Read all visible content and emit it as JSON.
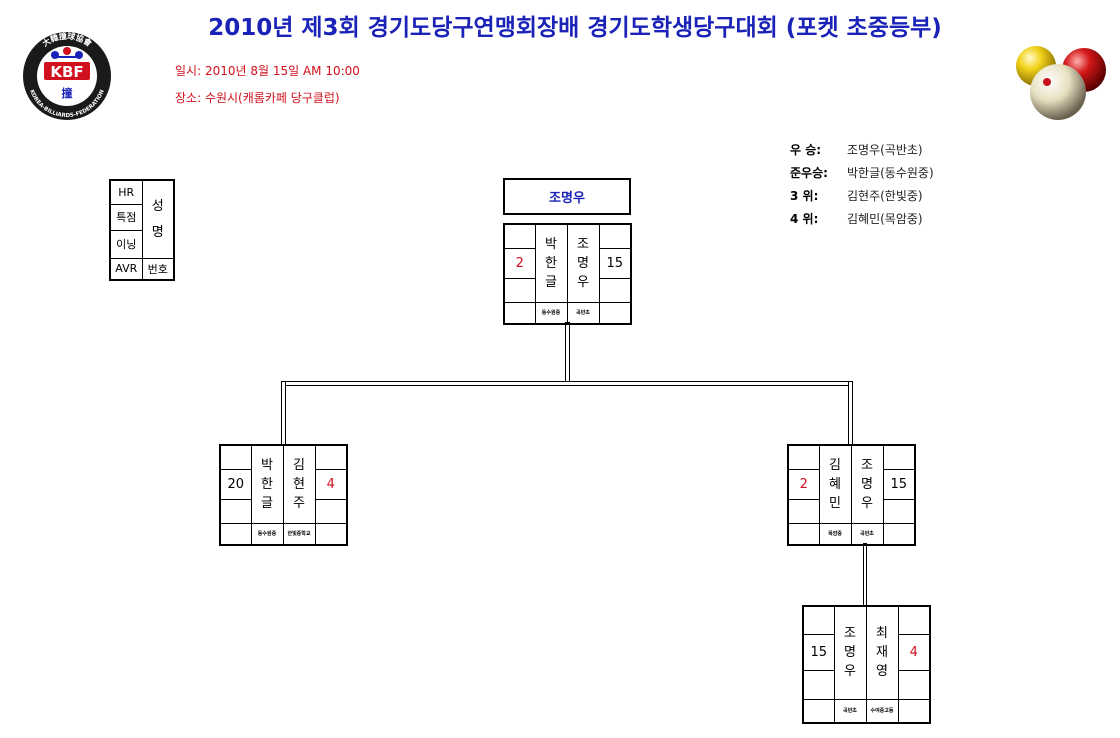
{
  "page": {
    "title": "2010년 제3회 경기도당구연맹회장배 경기도학생당구대회 (포켓 초중등부)",
    "date_line": "일시: 2010년 8월 15일 AM 10:00",
    "venue_line": "장소: 수원시(캐롬카페 당구클럽)"
  },
  "logo": {
    "icon": "kbf-logo-icon",
    "letters": "KBF",
    "ring_text_top": "大韓撞球協會",
    "ring_text_bottom": "KOREA-BILLIARDS-FEDERATION",
    "center_glyph": "撞",
    "colors": {
      "red": "#d0101c",
      "blue": "#1a22b8"
    }
  },
  "decoration": {
    "icon": "billiard-balls-icon"
  },
  "results": [
    {
      "label": "우   승:",
      "value": "조명우(곡반초)"
    },
    {
      "label": "준우승:",
      "value": "박한글(동수원중)"
    },
    {
      "label": "3    위:",
      "value": "김현주(한빛중)"
    },
    {
      "label": "4    위:",
      "value": "김혜민(목암중)"
    }
  ],
  "legend": {
    "hr": "HR",
    "points": "특점",
    "innings": "이닝",
    "avr": "AVR",
    "name": "성\n\n명",
    "number": "번호"
  },
  "bracket": {
    "champion": "조명우",
    "final": {
      "left": {
        "score": "2",
        "name": "박\n한\n글",
        "school": "동수원중"
      },
      "right": {
        "score": "15",
        "name": "조\n명\n우",
        "school": "곡반초"
      }
    },
    "semi_left": {
      "left": {
        "score": "20",
        "name": "박\n한\n글",
        "school": "동수원중"
      },
      "right": {
        "score": "4",
        "name": "김\n현\n주",
        "school": "한빛중학교"
      }
    },
    "semi_right": {
      "left": {
        "score": "2",
        "name": "김\n혜\n민",
        "school": "목암중"
      },
      "right": {
        "score": "15",
        "name": "조\n명\n우",
        "school": "곡반초"
      }
    },
    "quarter": {
      "left": {
        "score": "15",
        "name": "조\n명\n우",
        "school": "곡반초"
      },
      "right": {
        "score": "4",
        "name": "최\n재\n영",
        "school": "수여중고등"
      }
    }
  },
  "colors": {
    "title": "#1a22b8",
    "info": "#d0101c",
    "loss_score": "#d0101c"
  }
}
